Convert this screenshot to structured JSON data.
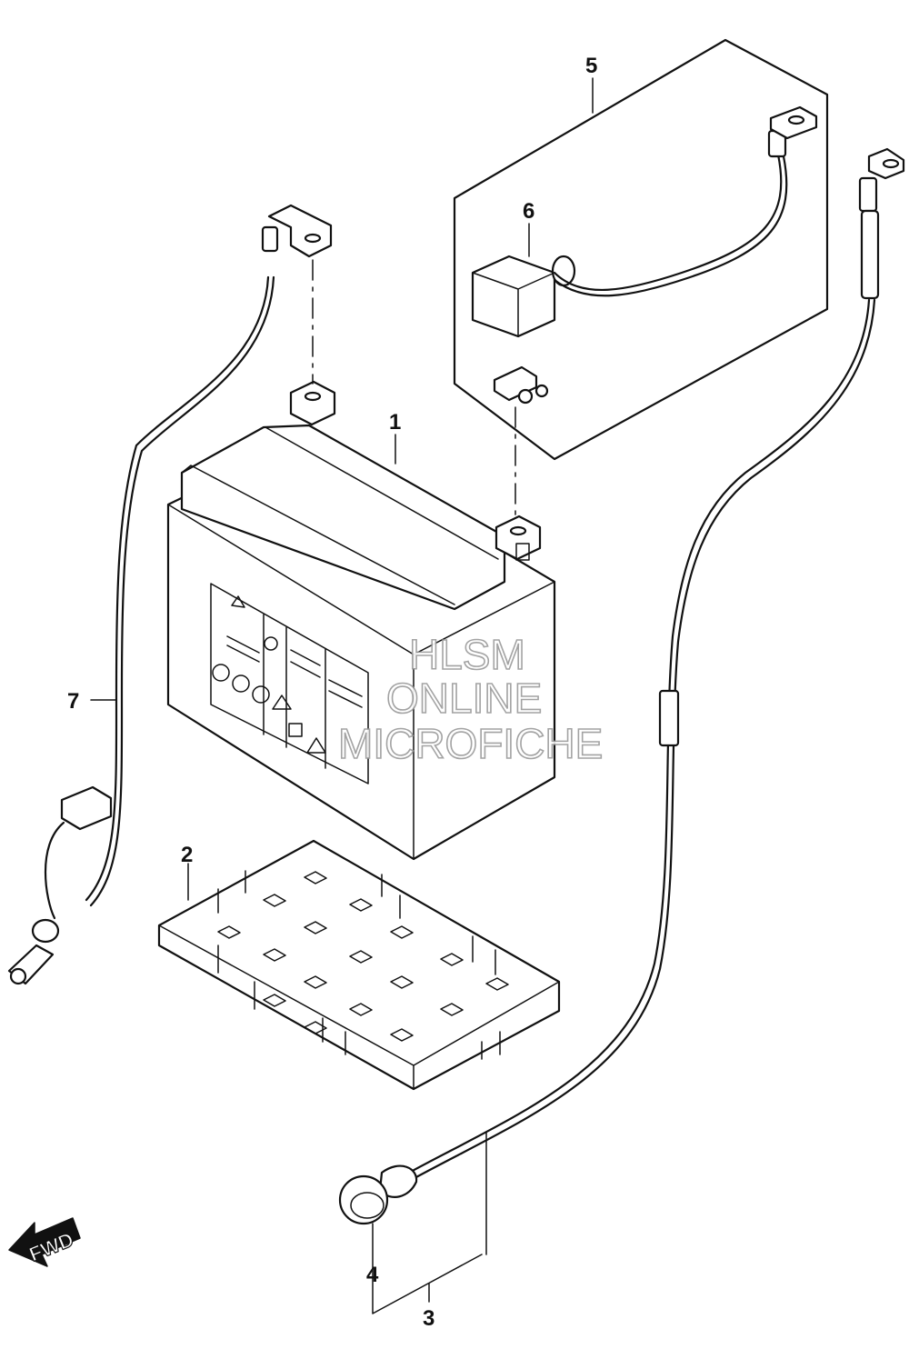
{
  "callouts": {
    "battery": "1",
    "tray": "2",
    "cable_assy": "3",
    "cap": "4",
    "cable_set": "5",
    "terminal_cover": "6",
    "ground_wire": "7"
  },
  "watermark": {
    "line1": "HLSM",
    "line2": "ONLINE",
    "line3": "MICROFICHE"
  },
  "fwd_label": "FWD"
}
